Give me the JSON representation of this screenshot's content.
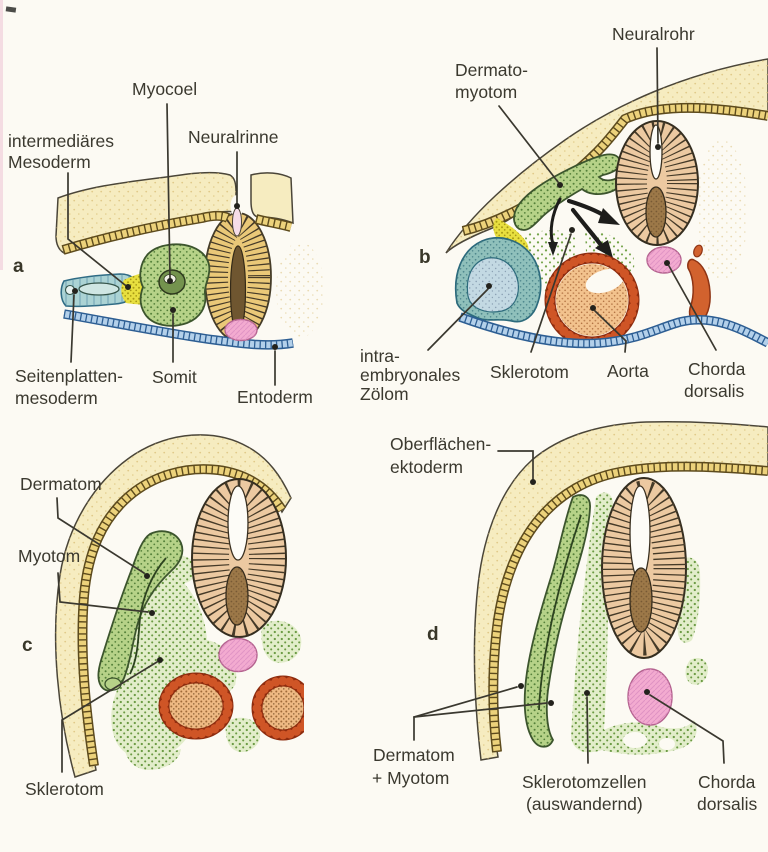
{
  "figure": {
    "description": "Somite differentiation in the embryo, four stages a-d (transverse sections), German-labeled medical illustration",
    "language": "de"
  },
  "colors": {
    "background": "#fcfaf3",
    "ectoderm_cream": "#f6ecc0",
    "ectoderm_cell_row": "#ecd27b",
    "neural_tissue": "#ecc9a1",
    "somite_green": "#b6d288",
    "sklerotom_pale_green": "#e2edca",
    "intermediate_mesoderm_yellow": "#e8df3f",
    "coelom_teal": "#8fc0bb",
    "coelom_inner_blue": "#c3d9e3",
    "entoderm_blue": "#b3d0ea",
    "chorda_pink": "#f3abd0",
    "aorta_fill": "#f2c28d",
    "aorta_wall": "#cf5526",
    "arrow_black": "#1d1d1b",
    "label_text": "#3b392f"
  },
  "panels": {
    "a": {
      "letter": "a",
      "labels": {
        "myocoel": "Myocoel",
        "neuralrinne": "Neuralrinne",
        "intermediaeres_mesoderm": [
          "intermediäres",
          "Mesoderm"
        ],
        "seitenplattenmesoderm": [
          "Seitenplatten-",
          "mesoderm"
        ],
        "somit": "Somit",
        "entoderm": "Entoderm"
      }
    },
    "b": {
      "letter": "b",
      "labels": {
        "neuralrohr": "Neuralrohr",
        "dermatomyotom": [
          "Dermato-",
          "myotom"
        ],
        "intraembryonales_zoelom": [
          "intra-",
          "embryonales",
          "Zölom"
        ],
        "sklerotom": "Sklerotom",
        "aorta": "Aorta",
        "chorda_dorsalis": [
          "Chorda",
          "dorsalis"
        ]
      }
    },
    "c": {
      "letter": "c",
      "labels": {
        "dermatom": "Dermatom",
        "myotom": "Myotom",
        "sklerotom": "Sklerotom"
      }
    },
    "d": {
      "letter": "d",
      "labels": {
        "oberflaechenektoderm": [
          "Oberflächen-",
          "ektoderm"
        ],
        "dermatom_myotom": [
          "Dermatom",
          "+ Myotom"
        ],
        "sklerotomzellen": [
          "Sklerotomzellen",
          "(auswandernd)"
        ],
        "chorda_dorsalis": [
          "Chorda",
          "dorsalis"
        ]
      }
    }
  }
}
